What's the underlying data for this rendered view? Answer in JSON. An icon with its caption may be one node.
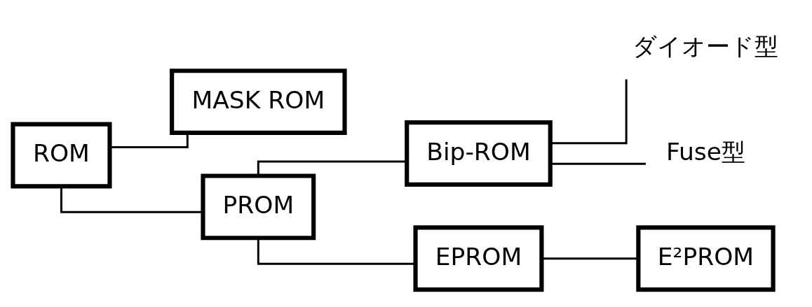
{
  "diagram": {
    "nodes": [
      {
        "text": [
          "ROM"
        ]
      },
      {
        "text": [
          "MASK ROM"
        ]
      },
      {
        "text": [
          "PROM"
        ]
      },
      {
        "text": [
          "Bip-ROM"
        ]
      },
      {
        "text": [
          "ダイオード型"
        ]
      },
      {
        "text": [
          "Fuse型"
        ]
      },
      {
        "text": [
          "EPROM"
        ]
      },
      {
        "text": [
          "E²PROM"
        ]
      }
    ],
    "edges": [
      {
        "from": 0,
        "to": 1,
        "arrow": "none"
      },
      {
        "from": 0,
        "to": 2,
        "arrow": "none"
      },
      {
        "from": 2,
        "to": 3,
        "arrow": "none"
      },
      {
        "from": 3,
        "to": 4,
        "arrow": "none"
      },
      {
        "from": 3,
        "to": 5,
        "arrow": "none"
      },
      {
        "from": 2,
        "to": 6,
        "arrow": "none"
      },
      {
        "from": 6,
        "to": 7,
        "arrow": "none"
      }
    ]
  }
}
